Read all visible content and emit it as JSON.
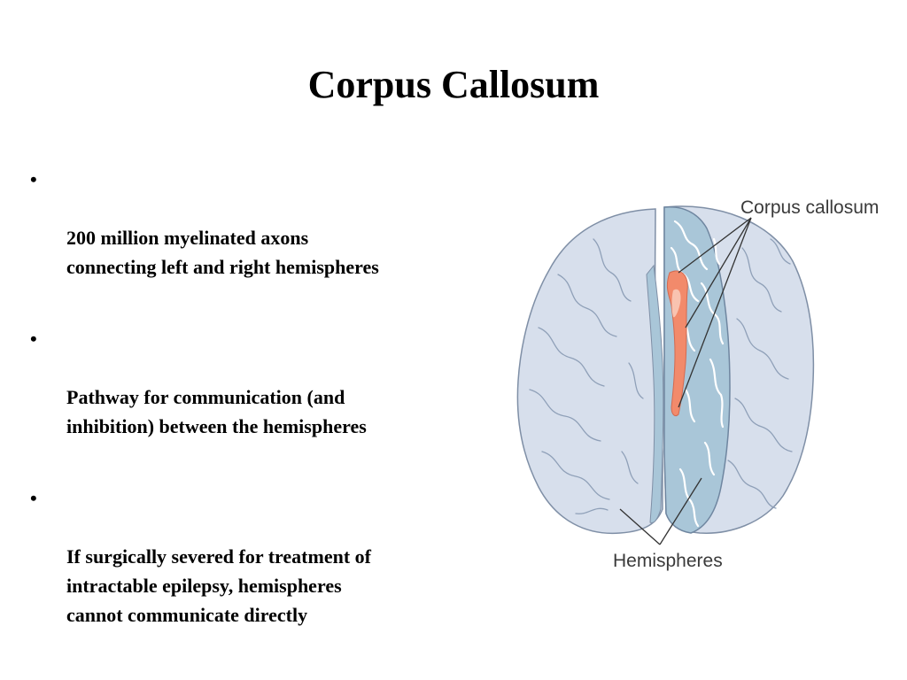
{
  "slide": {
    "title": "Corpus Callosum",
    "bullets": [
      {
        "text": "200 million myelinated axons\nconnecting left and right  hemispheres"
      },
      {
        "text": "Pathway for communication (and\ninhibition) between the hemispheres"
      },
      {
        "text": "If  surgically severed for treatment of\nintractable epilepsy, hemispheres\ncannot communicate directly"
      }
    ]
  },
  "figure": {
    "label_corpus_callosum": "Corpus callosum",
    "label_hemispheres": "Hemispheres",
    "colors": {
      "brain_fill": "#d7dfec",
      "brain_outline": "#7f8fa6",
      "cut_surface": "#a9c6d8",
      "corpus_callosum": "#f28a6b",
      "leader_line": "#333333"
    }
  }
}
